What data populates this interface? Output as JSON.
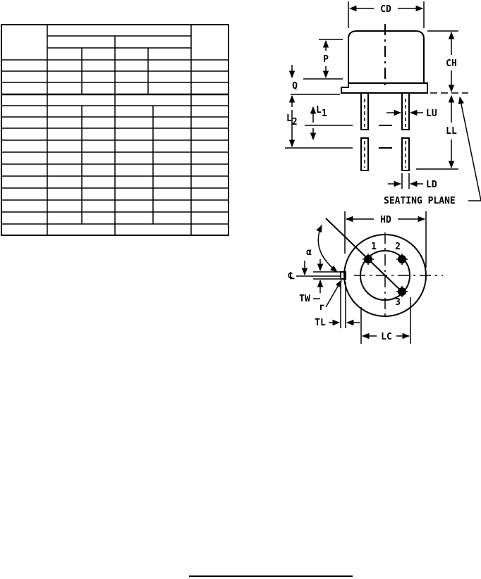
{
  "dimension_table": {
    "rows_blank": true,
    "note": ""
  },
  "side_view": {
    "labels": {
      "cd": "CD",
      "ch": "CH",
      "p": "P",
      "q": "Q",
      "l1_main": "L",
      "l1_sub": "1",
      "l2_main": "L",
      "l2_sub": "2",
      "lu": "LU",
      "ll": "LL",
      "ld": "LD",
      "seating_plane": "SEATING PLANE"
    }
  },
  "bottom_view": {
    "labels": {
      "hd": "HD",
      "alpha": "α",
      "cl": "℄",
      "tw": "TW",
      "r": "r",
      "tl": "TL",
      "lc": "LC",
      "pin1": "1",
      "pin2": "2",
      "pin3": "3"
    }
  }
}
